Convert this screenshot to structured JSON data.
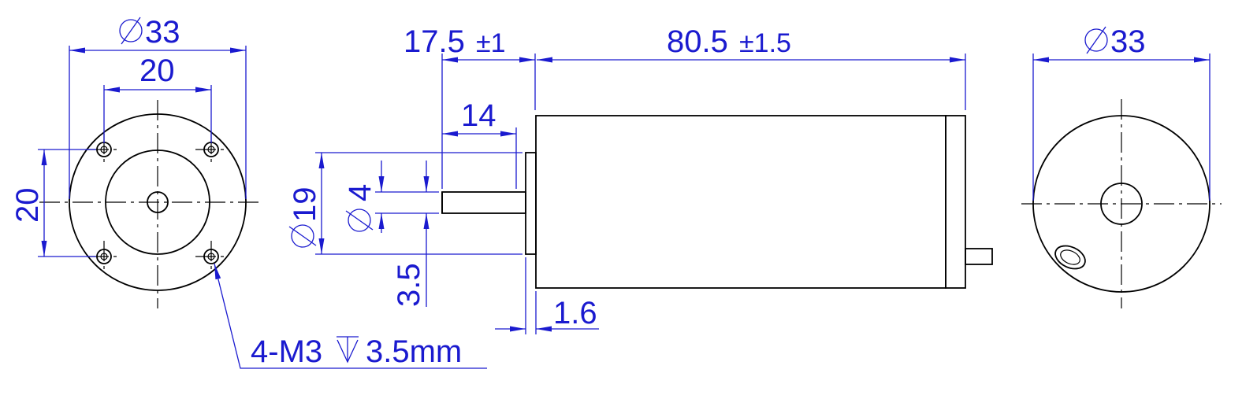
{
  "colors": {
    "dimension": "#1a1acf",
    "outline": "#000000",
    "background": "#ffffff"
  },
  "front_view": {
    "dia_outer": "33",
    "bolt_spacing_h": "20",
    "bolt_spacing_v": "20",
    "hole_callout": "4-M3",
    "hole_depth": "3.5mm",
    "depth_symbol": "depth-symbol-icon"
  },
  "side_view": {
    "shaft_length": "17.5",
    "shaft_length_tol": "±1",
    "body_length": "80.5",
    "body_length_tol": "±1.5",
    "shaft_exposed": "14",
    "pilot_dia": "19",
    "shaft_dia": "4",
    "flat_depth": "3.5",
    "pilot_height": "1.6"
  },
  "rear_view": {
    "dia_outer": "33"
  },
  "diameter_symbol": "diameter-symbol-icon"
}
